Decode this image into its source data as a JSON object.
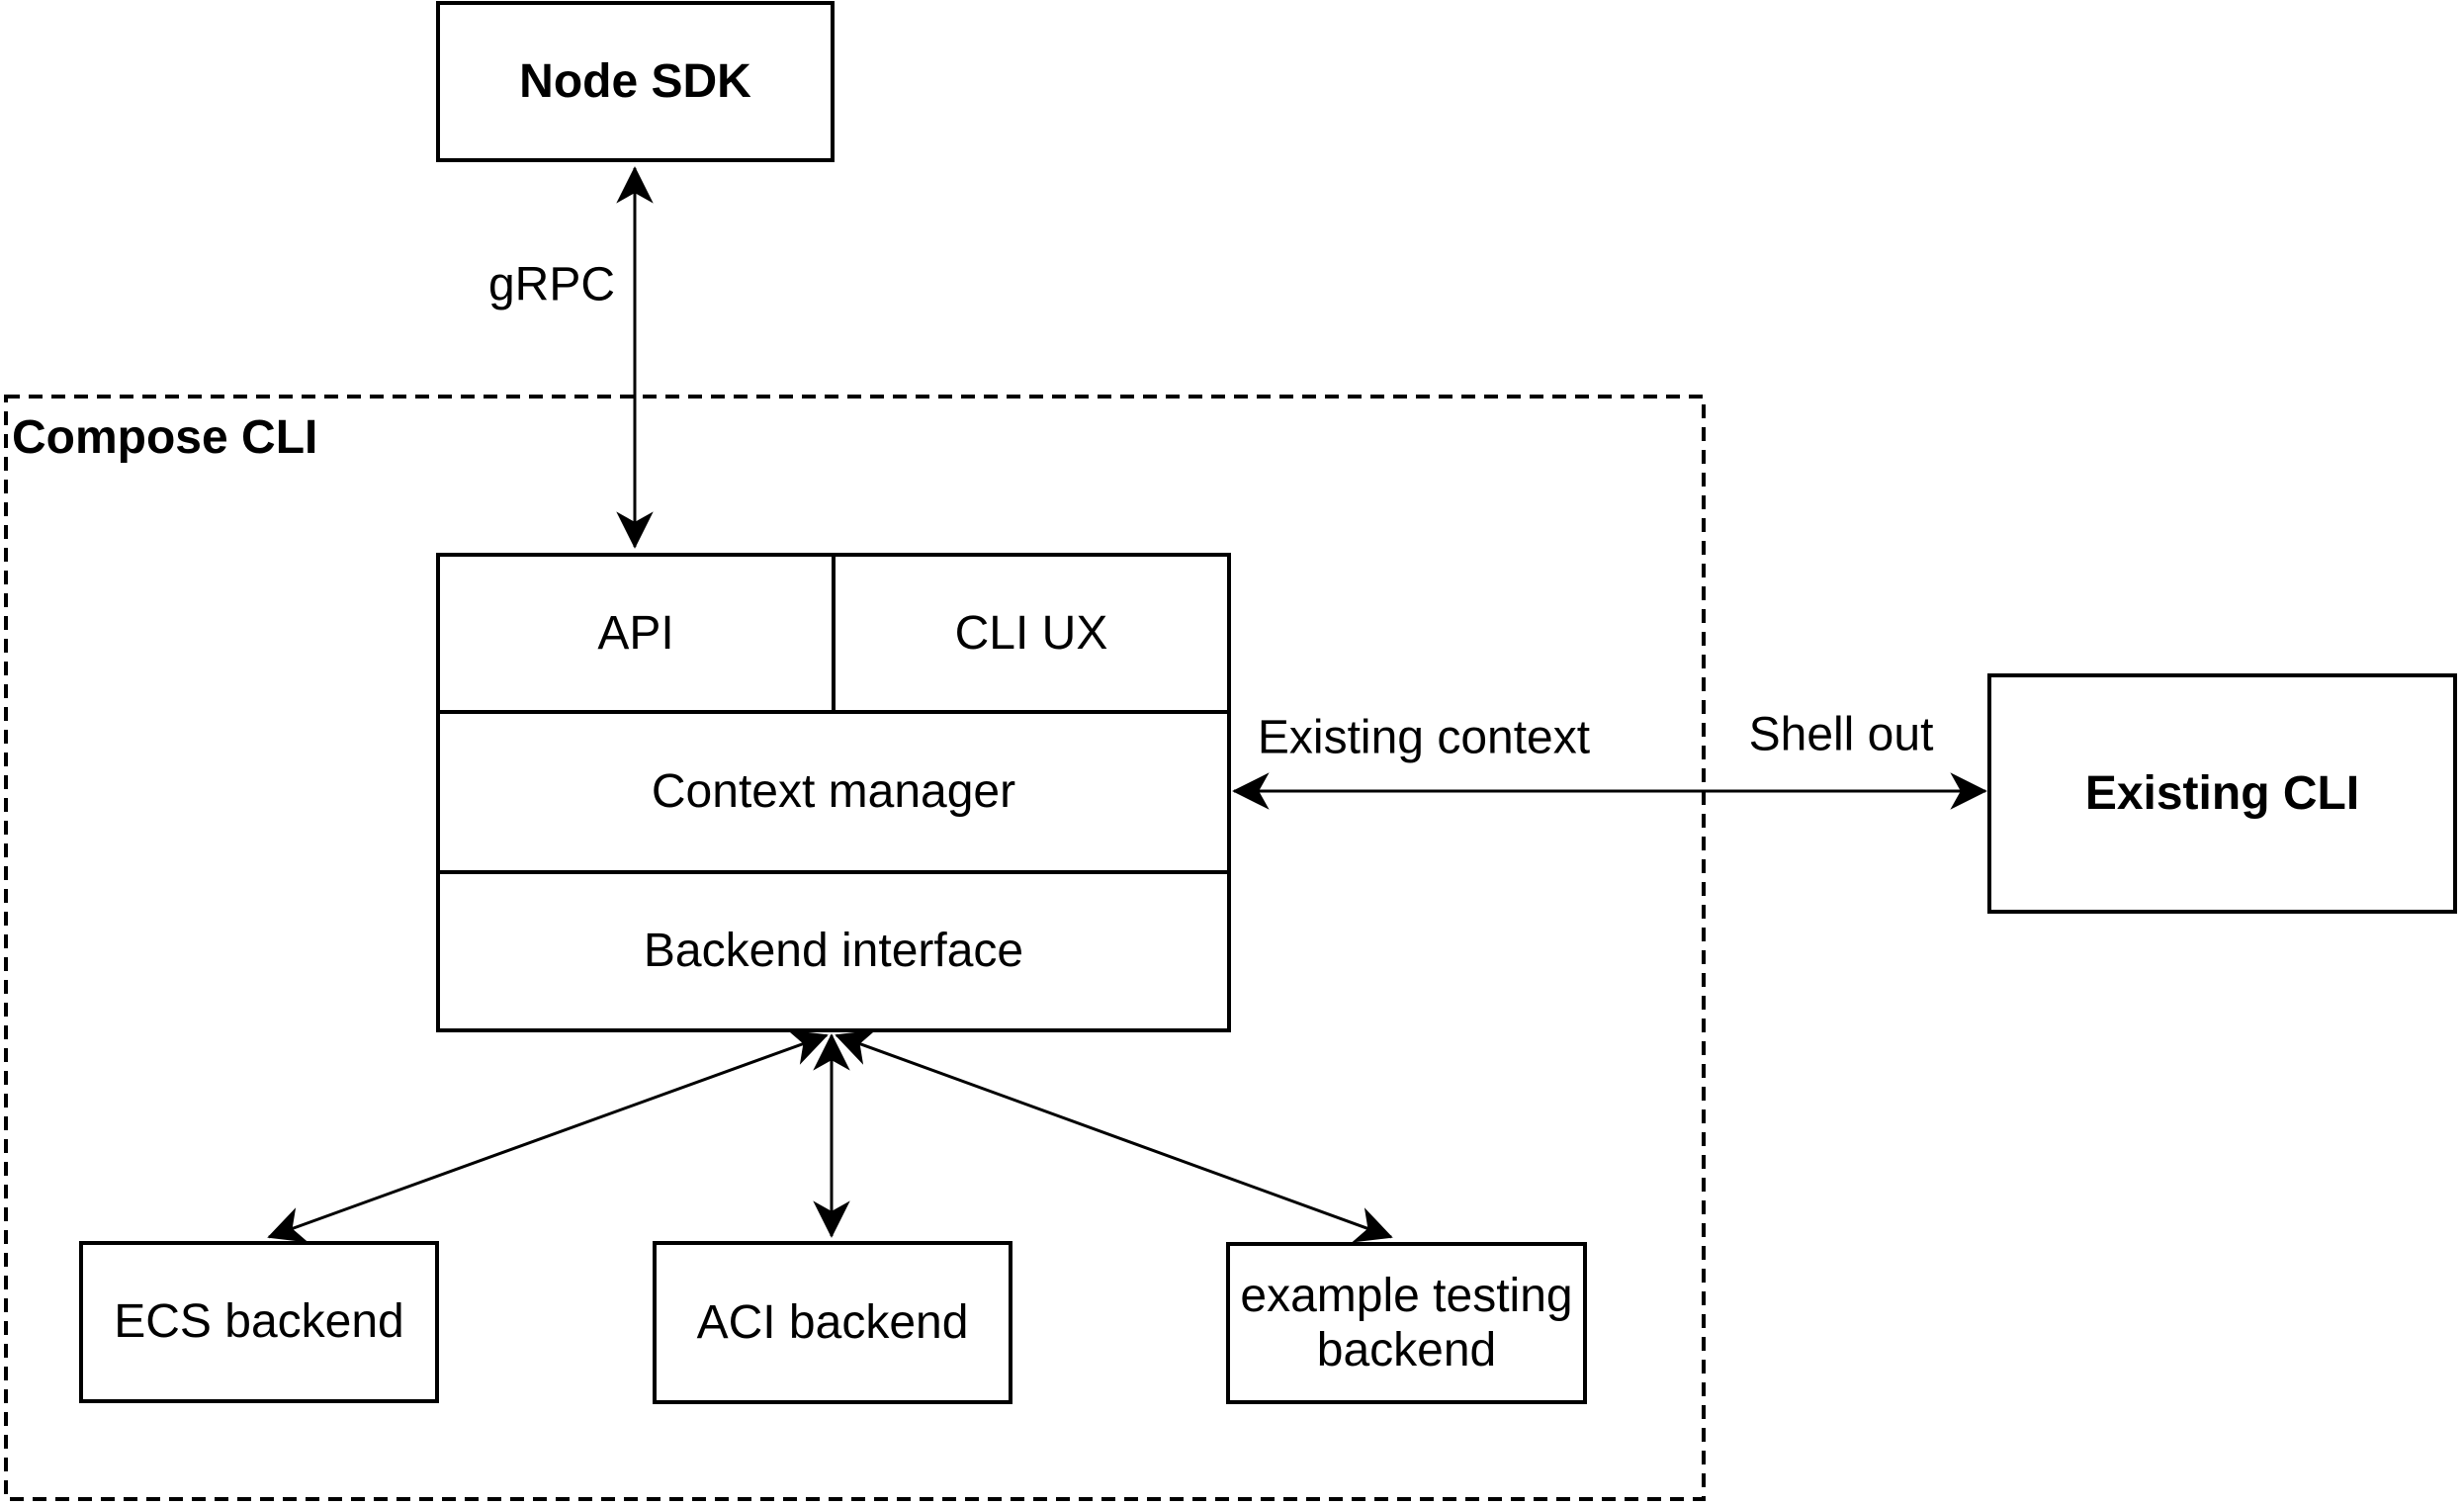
{
  "diagram": {
    "type": "architecture-diagram",
    "colors": {
      "background": "#ffffff",
      "stroke": "#000000",
      "text": "#000000"
    },
    "container": {
      "label": "Compose CLI"
    },
    "nodes": [
      {
        "id": "node-sdk",
        "label": "Node SDK",
        "bold": true
      },
      {
        "id": "api",
        "label": "API"
      },
      {
        "id": "cli-ux",
        "label": "CLI UX"
      },
      {
        "id": "context-manager",
        "label": "Context manager"
      },
      {
        "id": "backend-interface",
        "label": "Backend interface"
      },
      {
        "id": "existing-cli",
        "label": "Existing CLI",
        "bold": true
      },
      {
        "id": "ecs-backend",
        "label": "ECS backend"
      },
      {
        "id": "aci-backend",
        "label": "ACI backend"
      },
      {
        "id": "example-testing-backend",
        "label": "example testing backend",
        "label_lines": [
          "example testing",
          "backend"
        ]
      }
    ],
    "edges": [
      {
        "id": "node-sdk--api",
        "label": "gRPC",
        "bidirectional": true
      },
      {
        "id": "context-manager--existing-cli",
        "bidirectional": true,
        "labels": [
          "Existing context",
          "Shell out"
        ]
      },
      {
        "id": "backend-interface--ecs-backend",
        "bidirectional": true
      },
      {
        "id": "backend-interface--aci-backend",
        "bidirectional": true
      },
      {
        "id": "backend-interface--example-testing-backend",
        "bidirectional": true
      }
    ]
  }
}
